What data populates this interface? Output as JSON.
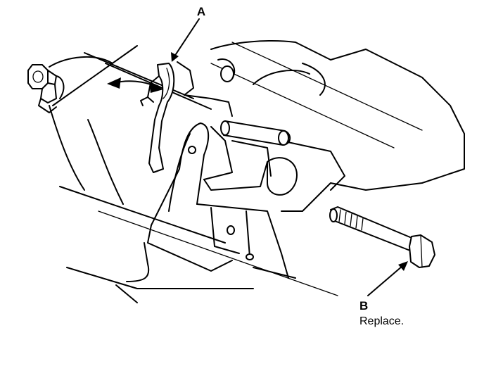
{
  "callouts": {
    "a": {
      "letter": "A"
    },
    "b": {
      "letter": "B",
      "note": "Replace."
    }
  },
  "colors": {
    "ink": "#000000",
    "paper": "#ffffff"
  }
}
